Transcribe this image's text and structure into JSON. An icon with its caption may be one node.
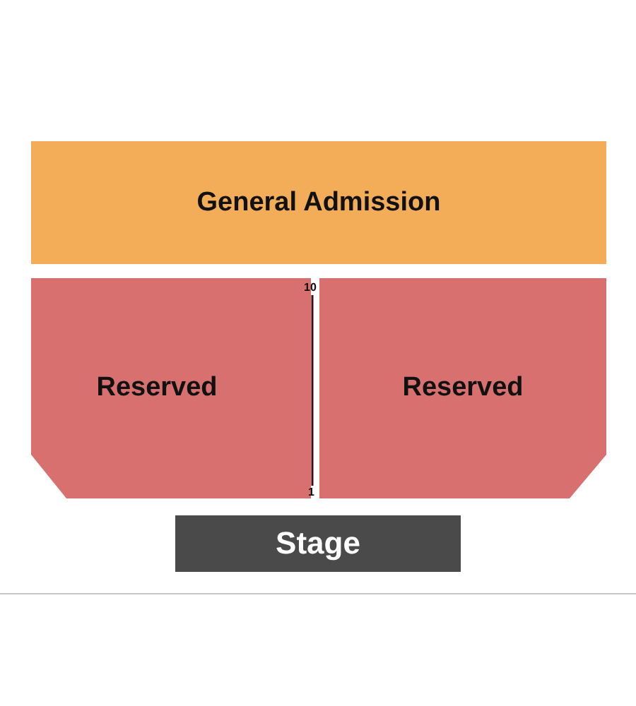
{
  "diagram": {
    "nodes": [
      {
        "text": [
          "General Admission"
        ]
      },
      {
        "text": [
          "Reserved"
        ]
      },
      {
        "text": [
          "Reserved"
        ]
      },
      {
        "text": [
          "Stage"
        ]
      }
    ],
    "labels": [
      "10",
      "1"
    ]
  }
}
